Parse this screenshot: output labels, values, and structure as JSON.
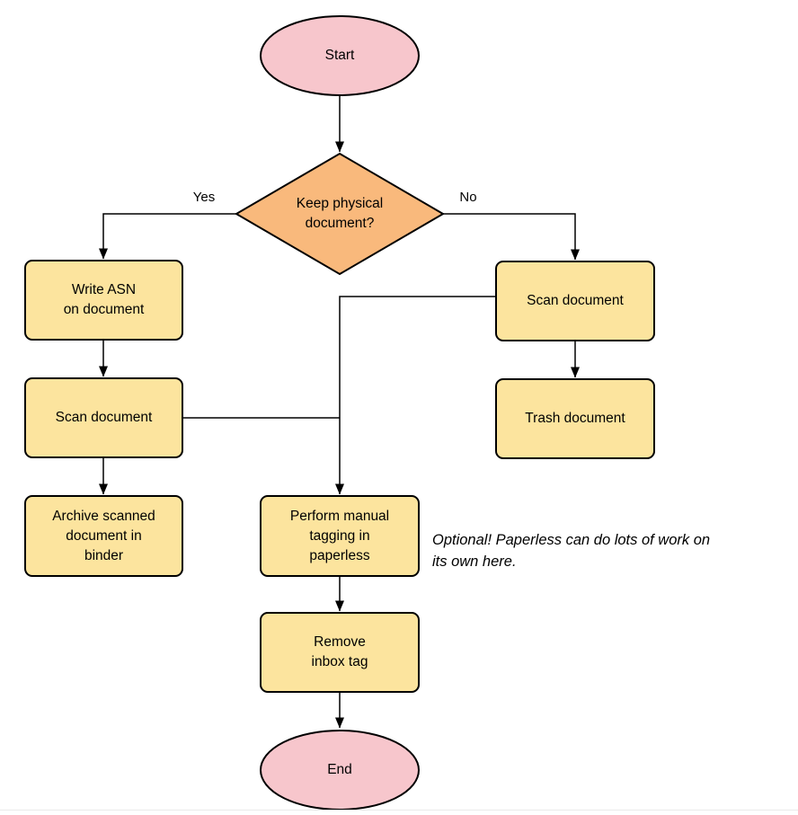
{
  "colors": {
    "terminal_fill": "#f7c6cc",
    "decision_fill": "#f9b97c",
    "process_fill": "#fce49e",
    "stroke": "#000000",
    "background": "#ffffff"
  },
  "nodes": {
    "start": "Start",
    "decision": "Keep physical\ndocument?",
    "write_asn": "Write ASN\non document",
    "scan_left": "Scan document",
    "archive": "Archive scanned\ndocument in\nbinder",
    "scan_right": "Scan document",
    "trash": "Trash document",
    "tagging": "Perform manual\ntagging in\npaperless",
    "remove_inbox": "Remove\ninbox tag",
    "end": "End"
  },
  "edge_labels": {
    "yes": "Yes",
    "no": "No"
  },
  "annotation": "Optional! Paperless can do lots of work on\nits own here."
}
